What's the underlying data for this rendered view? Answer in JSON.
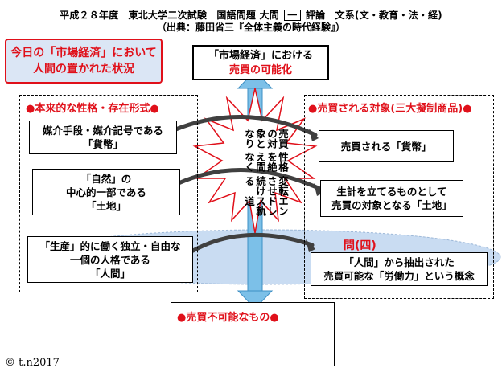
{
  "header": {
    "line1_pre": "平成２８年度　東北大学二次試験　国語問題 大問",
    "line1_num": "一",
    "line1_post": "評論　文系(文・教育・法・経)",
    "line2": "（出典：藤田省三『全体主義の時代経験』）"
  },
  "theme_box": {
    "line1": "今日の「市場経済」において",
    "line2": "人間の置かれた状況"
  },
  "market_box": {
    "line1": "「市場経済」における",
    "line2": "売買の可能化"
  },
  "left_group": {
    "heading": "●本来的な性格・存在形式●",
    "items": [
      {
        "line1": "媒介手段・媒介記号である",
        "line2": "「貨幣」",
        "line3": ""
      },
      {
        "line1": "「自然」の",
        "line2": "中心的一部である",
        "line3": "「土地」"
      },
      {
        "line1": "「生産」的に働く独立・自由な",
        "line2": "一個の人格である",
        "line3": "「人間」"
      }
    ]
  },
  "right_group": {
    "heading": "●売買される対象(三大擬制商品)●",
    "items": [
      {
        "line1": "売買される「貨幣」",
        "line2": ""
      },
      {
        "line1": "生計を立てるものとして",
        "line2": "売買の対象となる「土地」"
      },
      {
        "line1": "「人間」から抽出された",
        "line2": "売買可能な「労働力」という概念"
      }
    ]
  },
  "center_burst": {
    "col1": "売買の対象となり",
    "col2": "性格を絶え間なく",
    "col3": "変転させ続ける",
    "col4": "エンドレス軌道"
  },
  "question_label": "問(四)",
  "bottom_box": {
    "heading": "●売買不可能なもの●"
  },
  "copyright": "© t.n2017",
  "colors": {
    "accent": "#e0101a",
    "ellipse": "#c9dcf2",
    "arrow": "#7cc0e8"
  }
}
